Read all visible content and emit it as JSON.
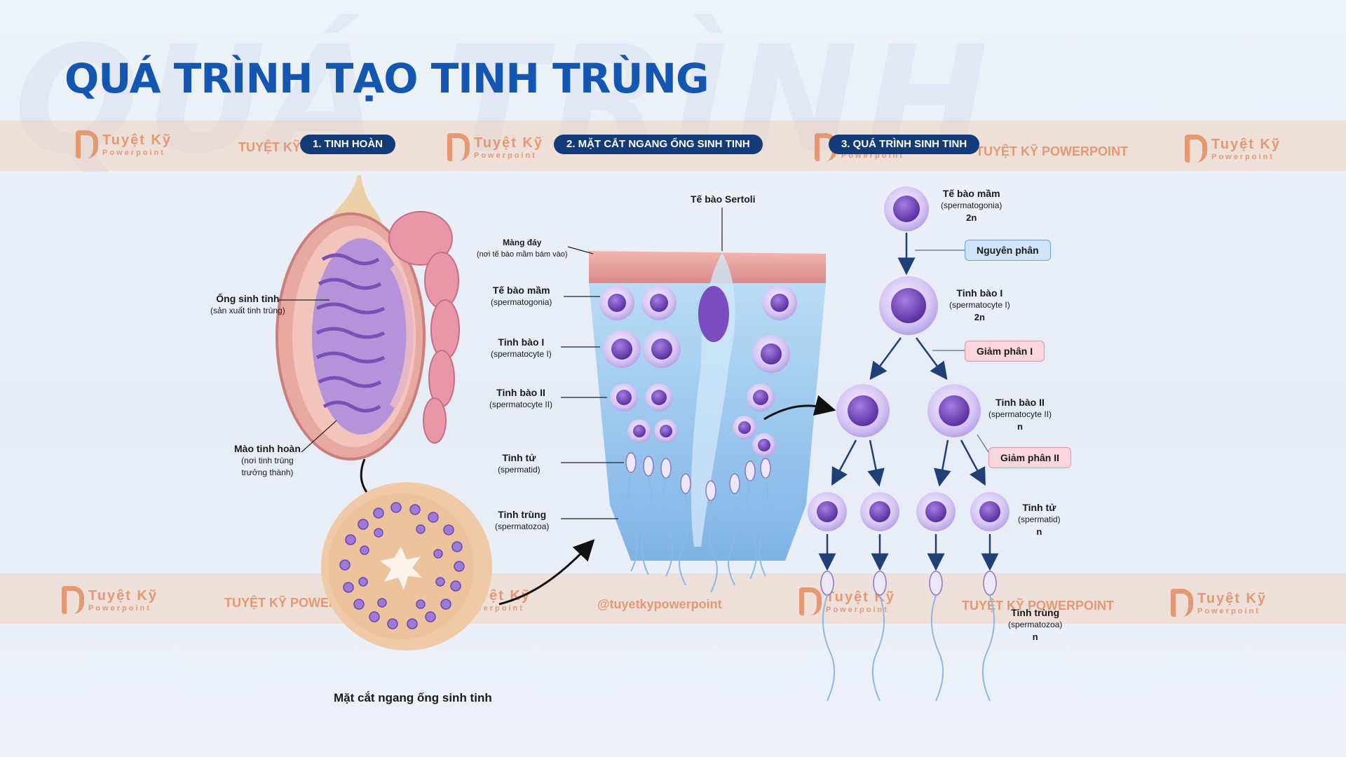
{
  "title": "QUÁ TRÌNH TẠO TINH TRÙNG",
  "ghost_text": "QUÁ TRÌNH",
  "sections": [
    "1. TINH HOÀN",
    "2. MẶT CẮT NGANG ỐNG SINH TINH",
    "3. QUÁ TRÌNH SINH TINH"
  ],
  "watermark": {
    "brand": "Tuyệt Kỹ",
    "sub": "Powerpoint",
    "text": "TUYỆT KỸ POWERPOINT",
    "handle": "@tuyetkypowerpoint"
  },
  "testis": {
    "tubule_label": "Ống sinh tinh",
    "tubule_sub": "(sản xuất tinh trùng)",
    "epididymis_label": "Mào tinh hoàn",
    "epididymis_sub1": "(nơi tinh trùng",
    "epididymis_sub2": "trưởng thành)",
    "cross_caption": "Mặt cắt ngang ống sinh tinh"
  },
  "section2": {
    "sertoli": "Tế bào Sertoli",
    "membrane": "Màng đáy",
    "membrane_sub": "(nơi tế bào mầm bám vào)",
    "spermatogonia": "Tế bào mầm",
    "spermatogonia_sub": "(spermatogonia)",
    "spermatocyte1": "Tinh bào I",
    "spermatocyte1_sub": "(spermatocyte I)",
    "spermatocyte2": "Tinh bào II",
    "spermatocyte2_sub": "(spermatocyte II)",
    "spermatid": "Tinh tử",
    "spermatid_sub": "(spermatid)",
    "sperm": "Tinh trùng",
    "sperm_sub": "(spermatozoa)"
  },
  "section3": {
    "germ": "Tế bào mầm",
    "germ_sub": "(spermatogonia)",
    "germ_ploidy": "2n",
    "mitosis": "Nguyên phân",
    "sc1": "Tinh bào I",
    "sc1_sub": "(spermatocyte I)",
    "sc1_ploidy": "2n",
    "meiosis1": "Giảm phân I",
    "sc2": "Tinh bào II",
    "sc2_sub": "(spermatocyte II)",
    "sc2_ploidy": "n",
    "meiosis2": "Giảm phân II",
    "spermatid": "Tinh tử",
    "spermatid_sub": "(spermatid)",
    "spermatid_ploidy": "n",
    "sperm": "Tinh trùng",
    "sperm_sub": "(spermatozoa)",
    "sperm_ploidy": "n"
  },
  "colors": {
    "title": "#1457b3",
    "pill": "#123b78",
    "tubule": "#8e63c9",
    "tissue_pink": "#e9a3a8",
    "sertoli_blue": "#9fc9ee",
    "mitosis_tag": "#cfe3fb",
    "meiosis_tag": "#fbd6df"
  }
}
